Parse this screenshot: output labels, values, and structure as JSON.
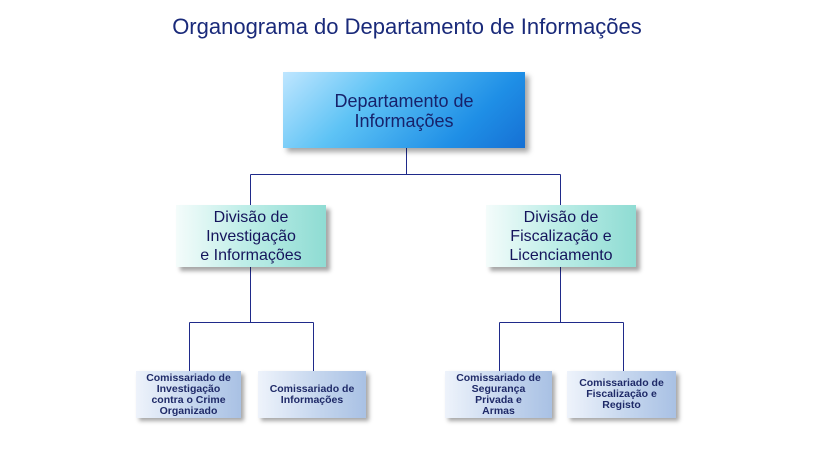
{
  "title": "Organograma do Departamento de Informações",
  "root": {
    "label": "Departamento de\nInformações"
  },
  "divisions": [
    {
      "label": "Divisão de\nInvestigação\ne Informações",
      "units": [
        {
          "label": "Comissariado de\nInvestigação\ncontra o Crime\nOrganizado"
        },
        {
          "label": "Comissariado de\nInformações"
        }
      ]
    },
    {
      "label": "Divisão de\nFiscalização e\nLicenciamento",
      "units": [
        {
          "label": "Comissariado de\nSegurança\nPrivada e\nArmas"
        },
        {
          "label": "Comissariado de\nFiscalização e\nRegisto"
        }
      ]
    }
  ],
  "colors": {
    "title": "#1a2a7a",
    "root_fill": "#2b9aec",
    "division_fill": "#a8e6de",
    "unit_fill": "#c5d6ee",
    "connector": "#1f2a8a"
  }
}
